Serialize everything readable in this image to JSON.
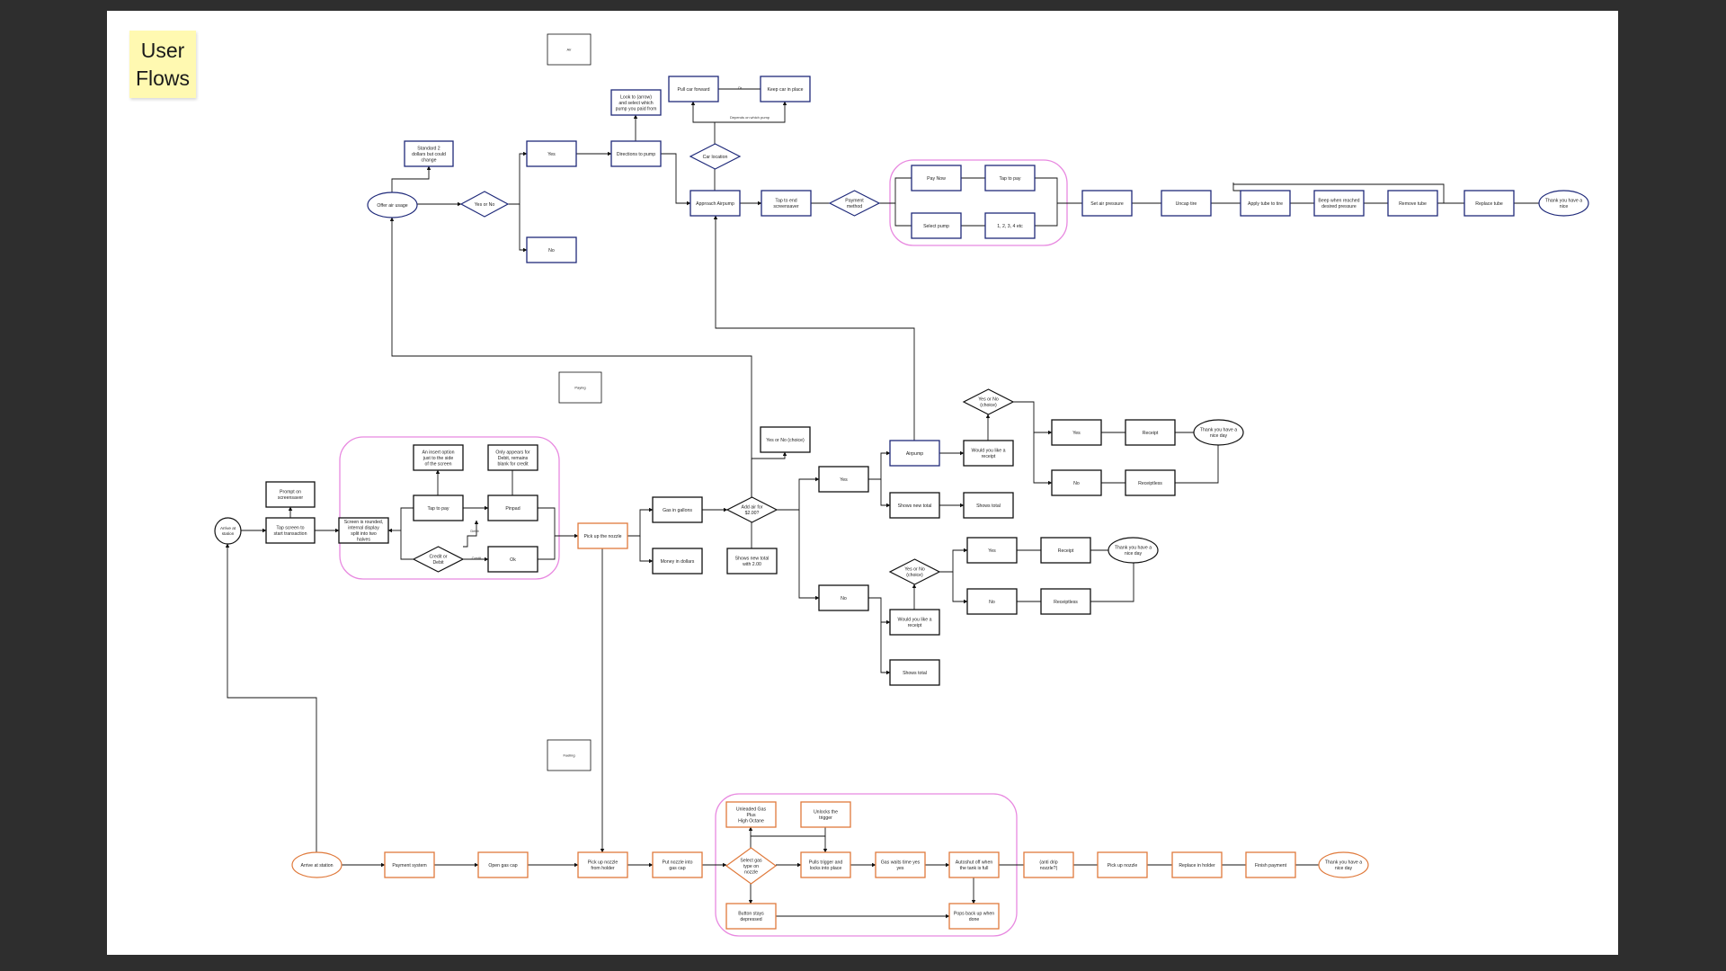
{
  "board": {
    "sticky_note": "User\nFlows",
    "colors": {
      "background": "#2e2e2e",
      "canvas": "#ffffff",
      "sticky": "#fff9b1",
      "blue": "#1f2a7a",
      "orange": "#e07a3c",
      "black": "#111111",
      "group": "#e889e0"
    }
  },
  "labels": {
    "air": "Air",
    "paying": "Paying",
    "fueling": "Fueling"
  },
  "air_flow": {
    "standard_fee": "Standard 2 dollars but could change",
    "offer_usage": "Offer air usage",
    "yes_no": "Yes or No",
    "yes": "Yes",
    "no": "No",
    "directions": "Directions to pump",
    "look_to_arrows": "Look to (arrow) and select which pump you paid from",
    "pull_forward": "Pull car forward",
    "or": "Or",
    "keep_in_place": "Keep car in place",
    "depends_on_pump": "Depends on which pump",
    "car_location": "Car location",
    "approach": "Approach Airpump",
    "tap_end": "Tap to end screensaver",
    "payment_method": "Payment method",
    "pay_now": "Pay Now",
    "tap_to_pay": "Tap to pay",
    "select_pump": "Select pump",
    "pump_numbers": "1, 2, 3, 4 etc",
    "set_air": "Set air pressure",
    "uncap": "Uncap tire",
    "apply_tube": "Apply tube to tire",
    "beep": "Beep when reached desired pressure",
    "remove_tube": "Remove tube",
    "replace_tube": "Replace tube",
    "thank_you": "Thank you have a nice"
  },
  "pay_flow": {
    "arrive": "Arrive at station",
    "prompt": "Prompt on screensaver",
    "tap_screen": "Tap screen to start transaction",
    "screen_rounded": "Screen is rounded, internal display split into two halves",
    "insert_option": "An insert option just to the side of the screen",
    "tap_to_pay": "Tap to pay",
    "pinpad": "Pinpad",
    "only_debit": "Only appears for Debit, remains blank for credit",
    "credit_debit": "Credit or Debit",
    "debit": "Debit",
    "credit": "Credit",
    "ok": "Ok",
    "pick_up_nozzle": "Pick up the nozzle",
    "gas_gallons": "Gas in gallons",
    "money_dollars": "Money in dollars",
    "add_air": "Add air for $2.00?",
    "yes_no_choice": "Yes or No (choice)",
    "shows_new_total": "Shows new total with 2.00",
    "yes": "Yes",
    "no": "No",
    "airpump": "Airpump",
    "would_receipt": "Would you like a receipt",
    "yes_no_choice2": "Yes or No (choice)",
    "shows_new_total2": "Shows new total",
    "shows_total": "Shows total",
    "yes2": "Yes",
    "no2": "No",
    "receipt": "Receipt",
    "receiptless": "Receiptless",
    "thank_you": "Thank you have a nice day",
    "yes_no_choice3": "Yes or No (choice)",
    "yes3": "Yes",
    "no3": "No",
    "receipt2": "Receipt",
    "receiptless2": "Receiptless",
    "thank_you2": "Thank you have a nice day",
    "would_receipt2": "Would you like a receipt",
    "shows_total2": "Shows total"
  },
  "fuel_flow": {
    "arrive": "Arrive at station",
    "payment_system": "Payment system",
    "open_cap": "Open gas cap",
    "pick_up_holder": "Pick up nozzle from holder",
    "put_nozzle": "Put nozzle into gas cap",
    "gas_types": "Unleaded Gas\nPlus\nHigh Octane",
    "unlocks_trigger": "Unlocks the trigger",
    "select_gas": "Select gas type on nozzle",
    "pulls_trigger": "Pulls trigger and locks into place",
    "gas_waits": "Gas waits time yes yes",
    "autoshut": "Autoshut off when the tank is full",
    "drip_nozzle": "(anti drip nozzle?)",
    "pick_up": "Pick up nozzle",
    "replace_holder": "Replace in holder",
    "finish_payment": "Finish payment",
    "thank_you": "Thank you have a nice day",
    "button_stays": "Button stays depressed",
    "pops_back": "Pops back up when done"
  }
}
